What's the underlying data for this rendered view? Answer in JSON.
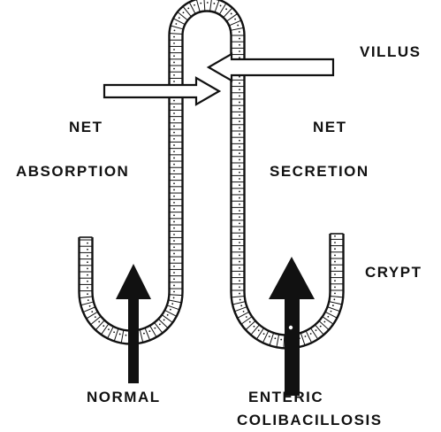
{
  "labels": {
    "villus": "VILLUS",
    "net_absorption_line1": "NET",
    "net_absorption_line2": "ABSORPTION",
    "net_secretion_line1": "NET",
    "net_secretion_line2": "SECRETION",
    "crypt": "CRYPT",
    "normal": "NORMAL",
    "enteric_line1": "ENTERIC",
    "enteric_line2": "COLIBACILLOSIS"
  },
  "colors": {
    "ink": "#111111",
    "cell_fill": "#ffffff"
  }
}
